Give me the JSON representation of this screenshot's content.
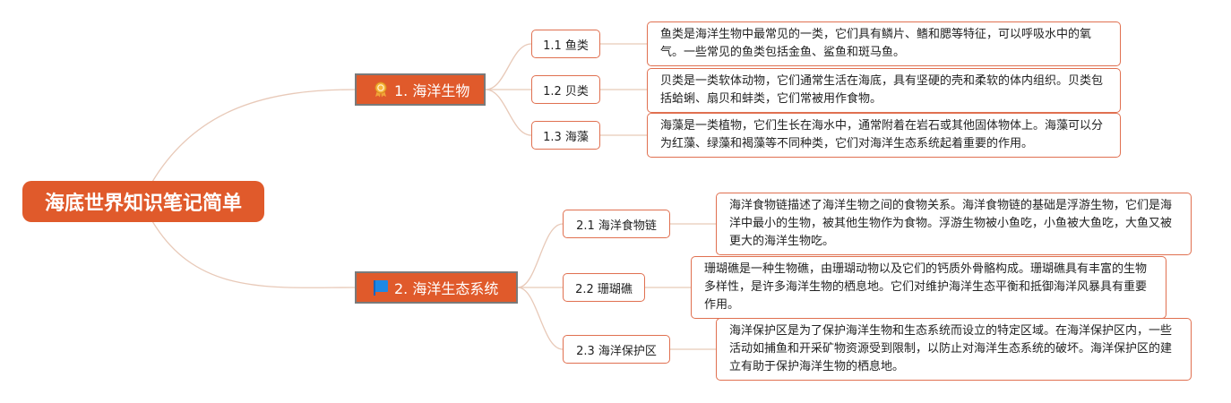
{
  "root": {
    "title": "海底世界知识笔记简单"
  },
  "branches": [
    {
      "label": "1. 海洋生物",
      "icon": "ribbon-award-icon",
      "children": [
        {
          "label": "1.1 鱼类",
          "note": "鱼类是海洋生物中最常见的一类，它们具有鳞片、鳍和腮等特征，可以呼吸水中的氧气。一些常见的鱼类包括金鱼、鲨鱼和斑马鱼。"
        },
        {
          "label": "1.2 贝类",
          "note": "贝类是一类软体动物，它们通常生活在海底，具有坚硬的壳和柔软的体内组织。贝类包括蛤蜊、扇贝和蚌类，它们常被用作食物。"
        },
        {
          "label": "1.3 海藻",
          "note": "海藻是一类植物，它们生长在海水中，通常附着在岩石或其他固体物体上。海藻可以分为红藻、绿藻和褐藻等不同种类，它们对海洋生态系统起着重要的作用。"
        }
      ]
    },
    {
      "label": "2. 海洋生态系统",
      "icon": "flag-icon",
      "children": [
        {
          "label": "2.1 海洋食物链",
          "note": "海洋食物链描述了海洋生物之间的食物关系。海洋食物链的基础是浮游生物，它们是海洋中最小的生物，被其他生物作为食物。浮游生物被小鱼吃，小鱼被大鱼吃，大鱼又被更大的海洋生物吃。"
        },
        {
          "label": "2.2 珊瑚礁",
          "note": "珊瑚礁是一种生物礁，由珊瑚动物以及它们的钙质外骨骼构成。珊瑚礁具有丰富的生物多样性，是许多海洋生物的栖息地。它们对维护海洋生态平衡和抵御海洋风暴具有重要作用。"
        },
        {
          "label": "2.3 海洋保护区",
          "note": "海洋保护区是为了保护海洋生物和生态系统而设立的特定区域。在海洋保护区内，一些活动如捕鱼和开采矿物资源受到限制，以防止对海洋生态系统的破坏。海洋保护区的建立有助于保护海洋生物的栖息地。"
        }
      ]
    }
  ],
  "colors": {
    "accent": "#e05a2b",
    "border": "#e07050",
    "link": "#e8c9b8"
  }
}
